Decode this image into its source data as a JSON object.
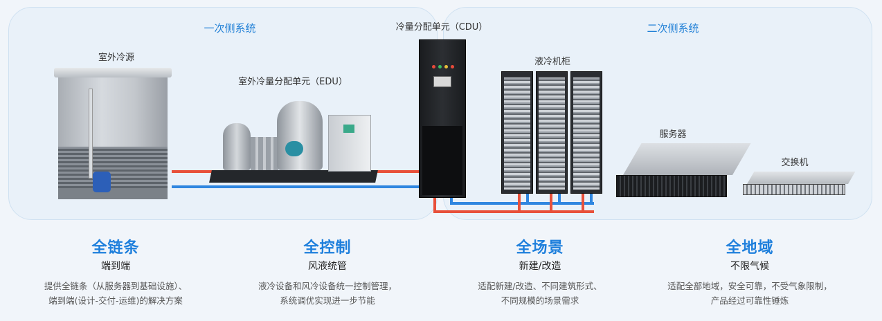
{
  "panels": {
    "primary_title": "一次侧系统",
    "secondary_title": "二次侧系统"
  },
  "labels": {
    "outdoor_source": "室外冷源",
    "edu": "室外冷量分配单元（EDU）",
    "cdu": "冷量分配单元（CDU）",
    "rack": "液冷机柜",
    "server": "服务器",
    "switch": "交换机"
  },
  "colors": {
    "accent": "#1e7fdc",
    "hot_pipe": "#e8503a",
    "cold_pipe": "#2f86e0"
  },
  "features": [
    {
      "title": "全链条",
      "subtitle": "端到端",
      "desc1": "提供全链条（从服务器到基础设施）、",
      "desc2": "端到端(设计-交付-运维)的解决方案"
    },
    {
      "title": "全控制",
      "subtitle": "风液统管",
      "desc1": "液冷设备和风冷设备统一控制管理，",
      "desc2": "系统调优实现进一步节能"
    },
    {
      "title": "全场景",
      "subtitle": "新建/改造",
      "desc1": "适配新建/改造、不同建筑形式、",
      "desc2": "不同规模的场景需求"
    },
    {
      "title": "全地域",
      "subtitle": "不限气候",
      "desc1": "适配全部地域，安全可靠，不受气象限制，",
      "desc2": "产品经过可靠性锤炼"
    }
  ]
}
